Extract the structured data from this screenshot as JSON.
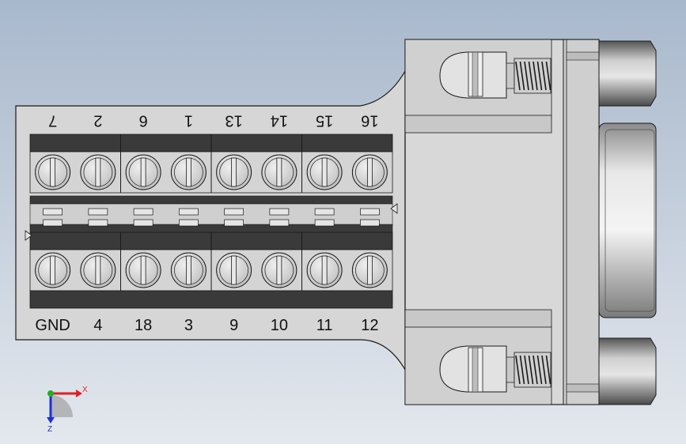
{
  "viewport": {
    "background_top": "#a8b8cc",
    "background_bottom": "#e4e8ee"
  },
  "part": {
    "body_color": "#d6d6d6",
    "shadow_color": "#a9a9a9",
    "dark_strip_color": "#3a3a3a",
    "outline_color": "#1a1a1a"
  },
  "terminals": {
    "top_labels": [
      "7",
      "2",
      "6",
      "1",
      "13",
      "14",
      "15",
      "16"
    ],
    "bottom_labels": [
      "GND",
      "4",
      "18",
      "3",
      "9",
      "10",
      "11",
      "12"
    ]
  },
  "triad": {
    "x_label": "X",
    "z_label": "Z",
    "x_color": "#e02020",
    "y_color": "#20b020",
    "z_color": "#2030d0"
  }
}
